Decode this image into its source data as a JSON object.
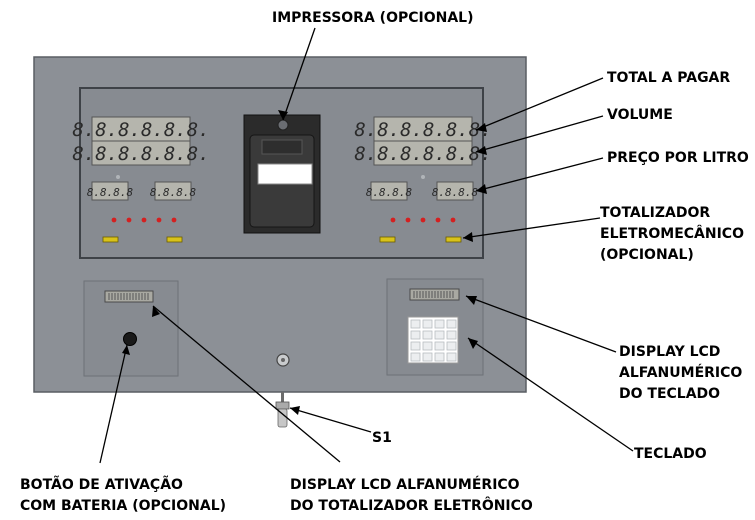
{
  "labels": {
    "impressora": "IMPRESSORA (OPCIONAL)",
    "total_a_pagar": "TOTAL A PAGAR",
    "volume": "VOLUME",
    "preco_por_litro": "PREÇO POR LITRO",
    "totalizador_l1": "TOTALIZADOR",
    "totalizador_l2": "ELETROMECÂNICO",
    "totalizador_l3": "(OPCIONAL)",
    "lcd_teclado_l1": "DISPLAY LCD",
    "lcd_teclado_l2": "ALFANUMÉRICO",
    "lcd_teclado_l3": "DO TECLADO",
    "s1": "S1",
    "teclado": "TECLADO",
    "botao_l1": "BOTÃO DE ATIVAÇÃO",
    "botao_l2": "COM BATERIA (OPCIONAL)",
    "lcd_totalizador_l1": "DISPLAY LCD ALFANUMÉRICO",
    "lcd_totalizador_l2": "DO TOTALIZADOR ELETRÔNICO"
  },
  "displays": {
    "big_digits": "8.8.8.8.8.8.",
    "small_digits": "8.8.8.8"
  },
  "colors": {
    "panel": "#8c9096",
    "panel_dark": "#7e8389",
    "lcd": "#b5b5ad",
    "led": "#d42020",
    "indicator": "#d8c21a",
    "printer": "#2b2b2b"
  }
}
